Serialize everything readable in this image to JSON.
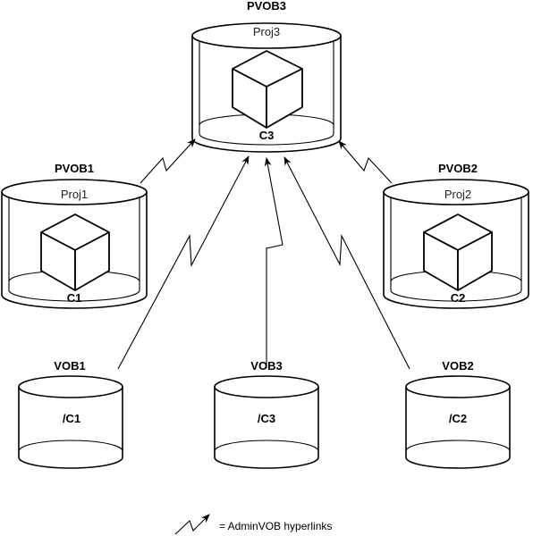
{
  "pvobs": [
    {
      "name": "PVOB3",
      "project": "Proj3",
      "component": "C3"
    },
    {
      "name": "PVOB1",
      "project": "Proj1",
      "component": "C1"
    },
    {
      "name": "PVOB2",
      "project": "Proj2",
      "component": "C2"
    }
  ],
  "vobs": [
    {
      "name": "VOB1",
      "path": "/C1"
    },
    {
      "name": "VOB3",
      "path": "/C3"
    },
    {
      "name": "VOB2",
      "path": "/C2"
    }
  ],
  "legend": {
    "text": "= AdminVOB hyperlinks"
  }
}
